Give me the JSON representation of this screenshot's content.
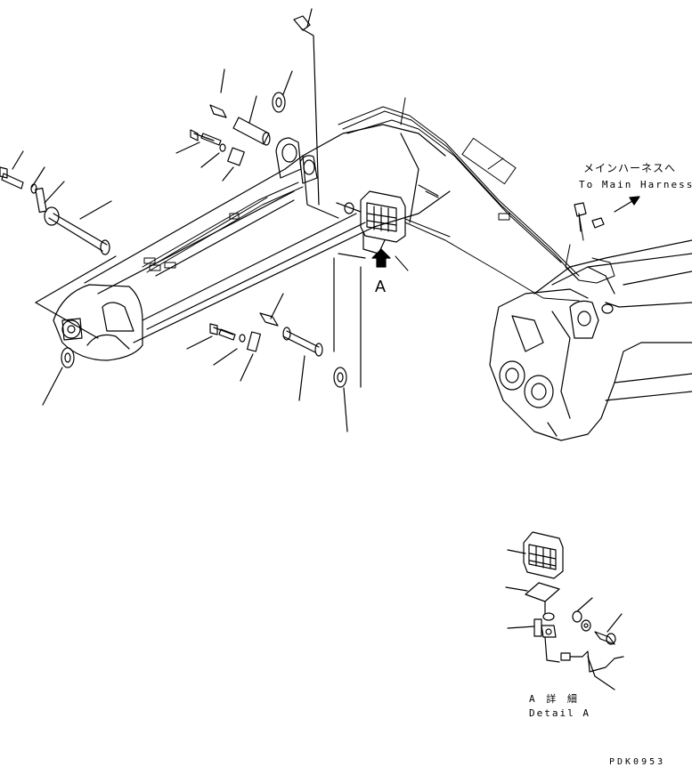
{
  "callouts": {
    "harness_jp": "メインハーネスへ",
    "harness_en": "To Main Harness",
    "view_marker": "A",
    "detail_jp": "A 詳 細",
    "detail_en": "Detail A"
  },
  "footer": {
    "drawing_code": "PDK0953"
  }
}
